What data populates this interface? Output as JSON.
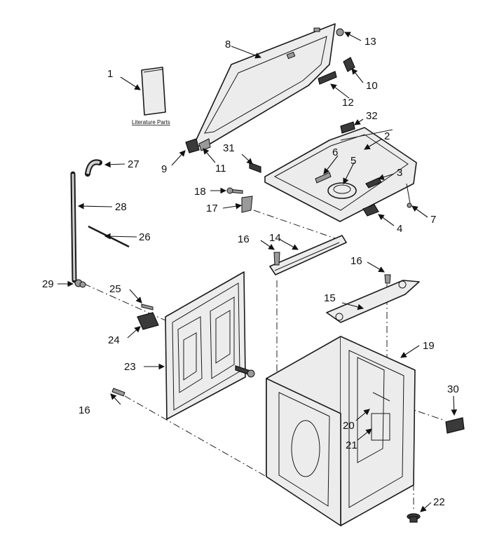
{
  "diagram": {
    "literature_label": "Literature Parts",
    "callouts": [
      "1",
      "2",
      "3",
      "4",
      "5",
      "6",
      "7",
      "8",
      "9",
      "10",
      "11",
      "12",
      "13",
      "14",
      "15",
      "16",
      "16",
      "16",
      "17",
      "18",
      "19",
      "20",
      "21",
      "22",
      "23",
      "24",
      "25",
      "26",
      "27",
      "28",
      "29",
      "30",
      "31",
      "32"
    ]
  }
}
